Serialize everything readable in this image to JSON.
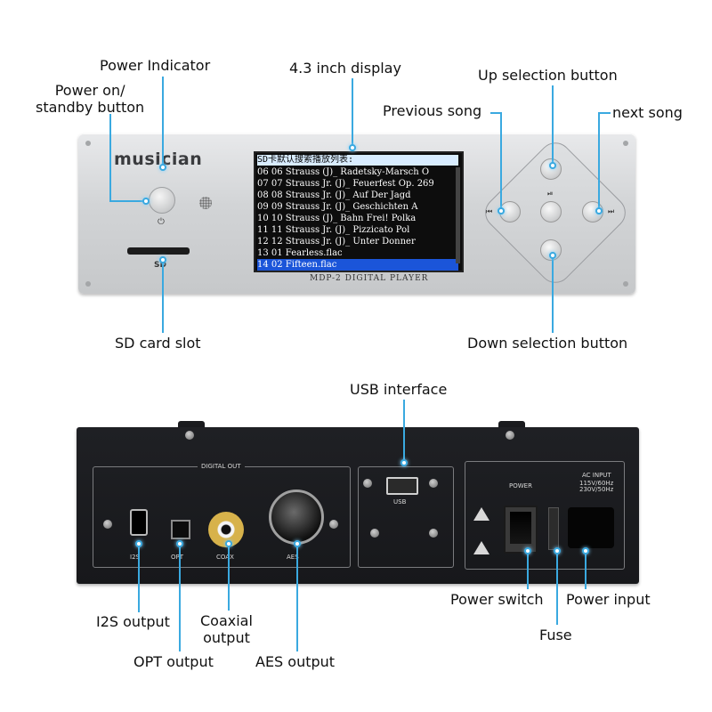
{
  "front_panel": {
    "brand": "musician",
    "screen": {
      "header": "SD卡默认搜索播放列表:",
      "rows": [
        "06 06 Strauss (J)_ Radetsky-Marsch O",
        "07 07 Strauss Jr. (J)_ Feuerfest Op. 269",
        "08 08 Strauss Jr. (J)_ Auf Der Jagd",
        "09 09 Strauss Jr. (J)_ Geschichten A",
        "10 10 Strauss (J)_ Bahn Frei! Polka",
        "11 11 Strauss Jr. (J)_ Pizzicato Pol",
        "12 12 Strauss Jr. (J)_ Unter Donner",
        "13 01 Fearless.flac",
        "14 02 Fifteen.flac"
      ]
    },
    "model": "MDP-2 DIGITAL PLAYER",
    "sd_label": "SD",
    "power_symbol": "⏻",
    "nav_symbols": {
      "prev": "⏮",
      "play": "⏯",
      "next": "⏭"
    }
  },
  "front_callouts": {
    "power_indicator": "Power Indicator",
    "display": "4.3 inch display",
    "power_button": "Power on/\nstandby button",
    "up_button": "Up selection button",
    "previous_song": "Previous song",
    "next_song": "next song",
    "sd_slot": "SD card slot",
    "down_button": "Down selection button"
  },
  "back_panel": {
    "digital_out": "DIGITAL OUT",
    "ports": {
      "i2s": "I2S",
      "opt": "OPT",
      "coax": "COAX",
      "aes": "AES",
      "usb": "USB"
    },
    "power_label": "POWER",
    "ac_input": "AC INPUT",
    "ac_spec_1": "115V/60Hz",
    "ac_spec_2": "230V/50Hz"
  },
  "back_callouts": {
    "usb": "USB interface",
    "i2s": "I2S output",
    "coax": "Coaxial\noutput",
    "opt": "OPT output",
    "aes": "AES output",
    "power_switch": "Power switch",
    "power_input": "Power input",
    "fuse": "Fuse"
  },
  "colors": {
    "accent": "#3aa9e0",
    "selection": "#1b55d9"
  }
}
